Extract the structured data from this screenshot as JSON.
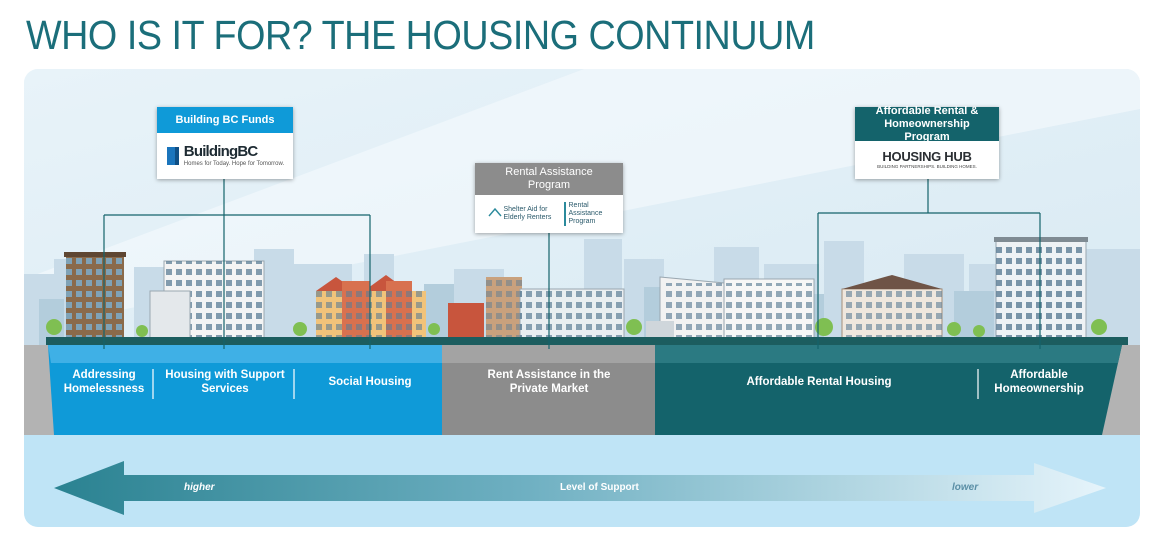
{
  "title": "WHO IS IT FOR? THE HOUSING CONTINUUM",
  "callouts": {
    "building_bc": {
      "header": "Building BC Funds",
      "logo_wordmark": "BuildingBC",
      "logo_tagline": "Homes for Today. Hope for Tomorrow."
    },
    "rental_assistance": {
      "header": "Rental Assistance Program",
      "logo_left": "Shelter Aid for Elderly Renters",
      "logo_right": "Rental Assistance Program"
    },
    "housing_hub": {
      "header": "Affordable Rental & Homeownership Program",
      "logo_wordmark": "HOUSING HUB",
      "logo_tagline": "BUILDING PARTNERSHIPS. BUILDING HOMES."
    }
  },
  "continuum": [
    {
      "label": "Addressing Homelessness"
    },
    {
      "label": "Housing with Support Services"
    },
    {
      "label": "Social Housing"
    },
    {
      "label": "Rent Assistance in the Private Market"
    },
    {
      "label": "Affordable Rental Housing"
    },
    {
      "label": "Affordable Homeownership"
    }
  ],
  "support_arrow": {
    "left": "higher",
    "center": "Level of Support",
    "right": "lower"
  },
  "colors": {
    "title": "#1b6e7a",
    "blue": "#0f9ad8",
    "grey": "#8c8c8c",
    "teal": "#14636b",
    "road": "#b5b5b5"
  }
}
